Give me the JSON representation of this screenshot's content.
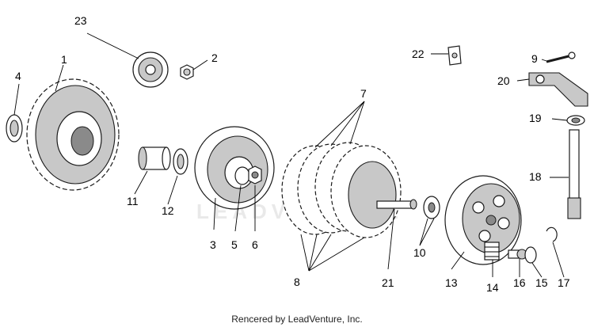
{
  "diagram": {
    "callouts": {
      "p1": "1",
      "p2": "2",
      "p3": "3",
      "p4": "4",
      "p5": "5",
      "p6": "6",
      "p7": "7",
      "p8": "8",
      "p9": "9",
      "p10": "10",
      "p11": "11",
      "p12": "12",
      "p13": "13",
      "p14": "14",
      "p15": "15",
      "p16": "16",
      "p17": "17",
      "p18": "18",
      "p19": "19",
      "p20": "20",
      "p21": "21",
      "p22": "22",
      "p23": "23"
    }
  },
  "watermark": "LEADVENTURE",
  "footer": "Rencered by LeadVenture, Inc."
}
